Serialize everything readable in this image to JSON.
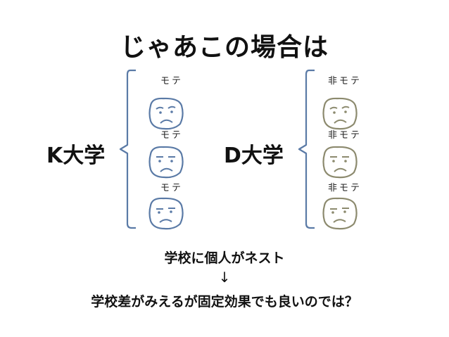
{
  "title": "じゃあこの場合は",
  "groups": [
    {
      "name": "K大学",
      "color": "#5a7aa6",
      "members": [
        {
          "label": "モテ"
        },
        {
          "label": "モテ"
        },
        {
          "label": "モテ"
        }
      ]
    },
    {
      "name": "D大学",
      "color": "#8c8a6e",
      "members": [
        {
          "label": "非モテ"
        },
        {
          "label": "非モテ"
        },
        {
          "label": "非モテ"
        }
      ]
    }
  ],
  "notes": {
    "line1": "学校に個人がネスト",
    "arrow": "↓",
    "line2": "学校差がみえるが固定効果でも良いのでは？"
  },
  "icons": [
    "sad-face-icon",
    "bracket-icon"
  ]
}
